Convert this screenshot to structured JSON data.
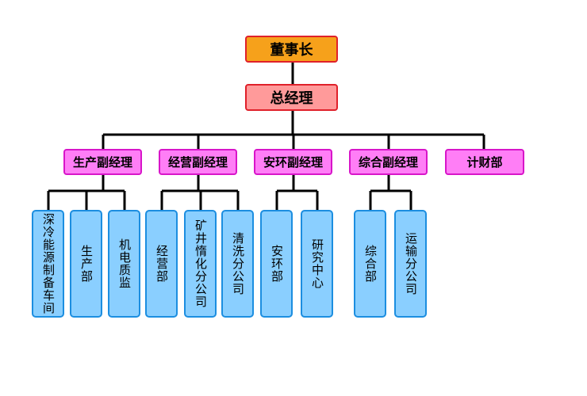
{
  "colors": {
    "chairman_fill": "#f6a11b",
    "gm_fill": "#ff9a9a",
    "deputy_fill": "#ff7ef6",
    "department_fill": "#8acfff",
    "connector": "#000000"
  },
  "chairman": "董事长",
  "general_manager": "总经理",
  "deputies": [
    {
      "title": "生产副经理",
      "departments": [
        "深冷能源制备车间",
        "生产部",
        "机电质监"
      ]
    },
    {
      "title": "经营副经理",
      "departments": [
        "经营部",
        "矿井惰化分公司",
        "清洗分公司"
      ]
    },
    {
      "title": "安环副经理",
      "departments": [
        "安环部",
        "研究中心"
      ]
    },
    {
      "title": "综合副经理",
      "departments": [
        "综合部",
        "运输分公司"
      ]
    },
    {
      "title": "计财部",
      "departments": []
    }
  ]
}
